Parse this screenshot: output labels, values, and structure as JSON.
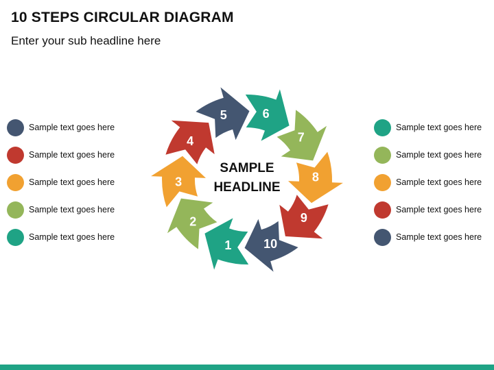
{
  "title": "10 STEPS CIRCULAR DIAGRAM",
  "subtitle": "Enter your sub headline here",
  "center": {
    "line1": "SAMPLE",
    "line2": "HEADLINE"
  },
  "colors": {
    "teal": "#1fa385",
    "green": "#94b65a",
    "orange": "#f1a131",
    "red": "#c0392f",
    "navy": "#445671"
  },
  "steps": [
    {
      "label": "1",
      "color": "#1fa385"
    },
    {
      "label": "2",
      "color": "#94b65a"
    },
    {
      "label": "3",
      "color": "#f1a131"
    },
    {
      "label": "4",
      "color": "#c0392f"
    },
    {
      "label": "5",
      "color": "#445671"
    },
    {
      "label": "6",
      "color": "#1fa385"
    },
    {
      "label": "7",
      "color": "#94b65a"
    },
    {
      "label": "8",
      "color": "#f1a131"
    },
    {
      "label": "9",
      "color": "#c0392f"
    },
    {
      "label": "10",
      "color": "#445671"
    }
  ],
  "legend_left": [
    {
      "text": "Sample text goes here",
      "color": "#445671"
    },
    {
      "text": "Sample text goes here",
      "color": "#c0392f"
    },
    {
      "text": "Sample text goes here",
      "color": "#f1a131"
    },
    {
      "text": "Sample text goes here",
      "color": "#94b65a"
    },
    {
      "text": "Sample text goes here",
      "color": "#1fa385"
    }
  ],
  "legend_right": [
    {
      "text": "Sample text goes here",
      "color": "#1fa385"
    },
    {
      "text": "Sample text goes here",
      "color": "#94b65a"
    },
    {
      "text": "Sample text goes here",
      "color": "#f1a131"
    },
    {
      "text": "Sample text goes here",
      "color": "#c0392f"
    },
    {
      "text": "Sample text goes here",
      "color": "#445671"
    }
  ]
}
